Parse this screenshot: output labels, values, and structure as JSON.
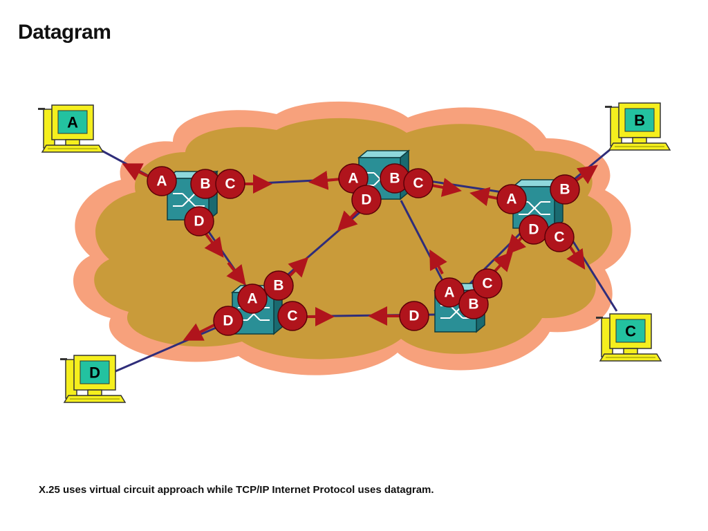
{
  "title": "Datagram",
  "caption": "X.25 uses virtual circuit approach while TCP/IP Internet Protocol uses datagram.",
  "colors": {
    "cloud_outer": "#f7a17c",
    "cloud_inner": "#c99b3a",
    "link": "#2f2d7a",
    "packet": "#b0141c",
    "router": "#2a8f96",
    "monitor": "#f5ef1e",
    "screen": "#23c2a0"
  },
  "hosts": [
    {
      "id": "A",
      "label": "A"
    },
    {
      "id": "B",
      "label": "B"
    },
    {
      "id": "C",
      "label": "C"
    },
    {
      "id": "D",
      "label": "D"
    }
  ],
  "routers": [
    "R1",
    "R2",
    "R3",
    "R4",
    "R5"
  ],
  "packets": [
    {
      "id": "p1",
      "label": "A"
    },
    {
      "id": "p2",
      "label": "B"
    },
    {
      "id": "p3",
      "label": "C"
    },
    {
      "id": "p4",
      "label": "D"
    },
    {
      "id": "p5",
      "label": "A"
    },
    {
      "id": "p6",
      "label": "B"
    },
    {
      "id": "p7",
      "label": "C"
    },
    {
      "id": "p8",
      "label": "D"
    },
    {
      "id": "p9",
      "label": "A"
    },
    {
      "id": "p10",
      "label": "B"
    },
    {
      "id": "p11",
      "label": "D"
    },
    {
      "id": "p12",
      "label": "C"
    },
    {
      "id": "p13",
      "label": "A"
    },
    {
      "id": "p14",
      "label": "B"
    },
    {
      "id": "p15",
      "label": "C"
    },
    {
      "id": "p16",
      "label": "D"
    },
    {
      "id": "p17",
      "label": "D"
    },
    {
      "id": "p18",
      "label": "A"
    },
    {
      "id": "p19",
      "label": "B"
    },
    {
      "id": "p20",
      "label": "C"
    }
  ]
}
